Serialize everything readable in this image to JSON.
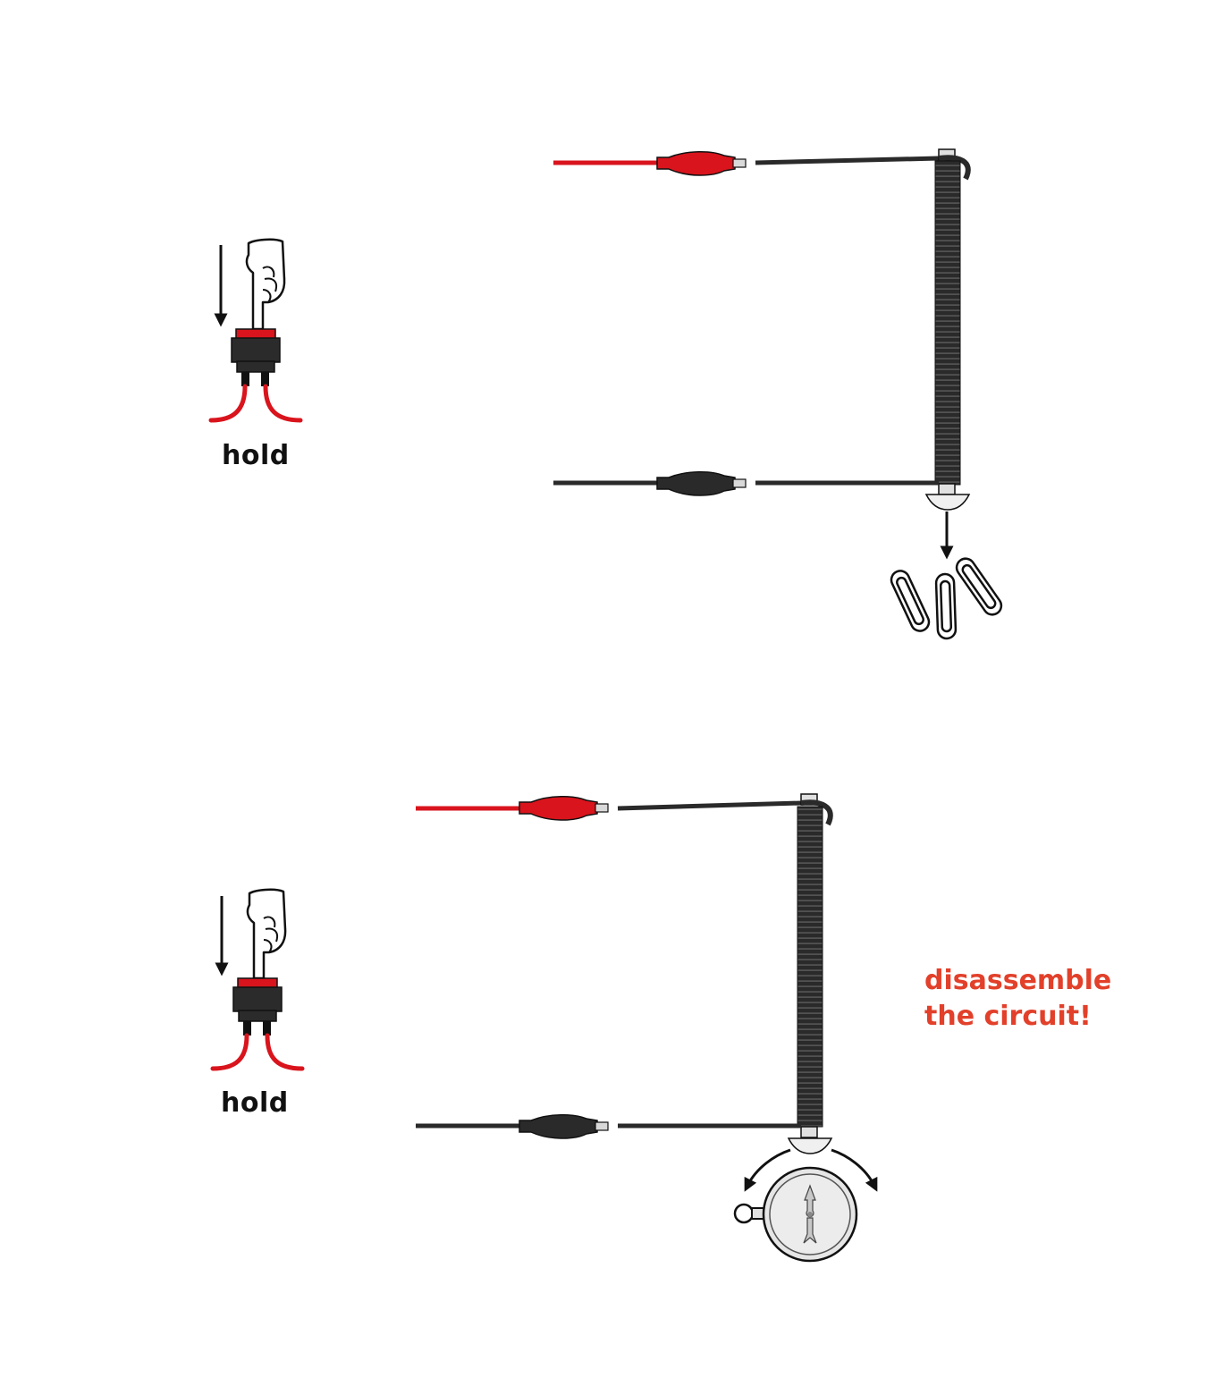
{
  "panels": [
    {
      "id": "top",
      "switch_label": "hold",
      "test_object": "paperclips-icon"
    },
    {
      "id": "bottom",
      "switch_label": "hold",
      "test_object": "compass-icon",
      "note_lines": [
        "disassemble",
        "the circuit!"
      ]
    }
  ],
  "colors": {
    "wire_red": "#d9141c",
    "wire_black": "#2a2a2a",
    "note_red": "#e2402a",
    "switch_body": "#2b2b2b",
    "switch_button": "#d9141c",
    "compass_face": "#e6e6e6"
  }
}
